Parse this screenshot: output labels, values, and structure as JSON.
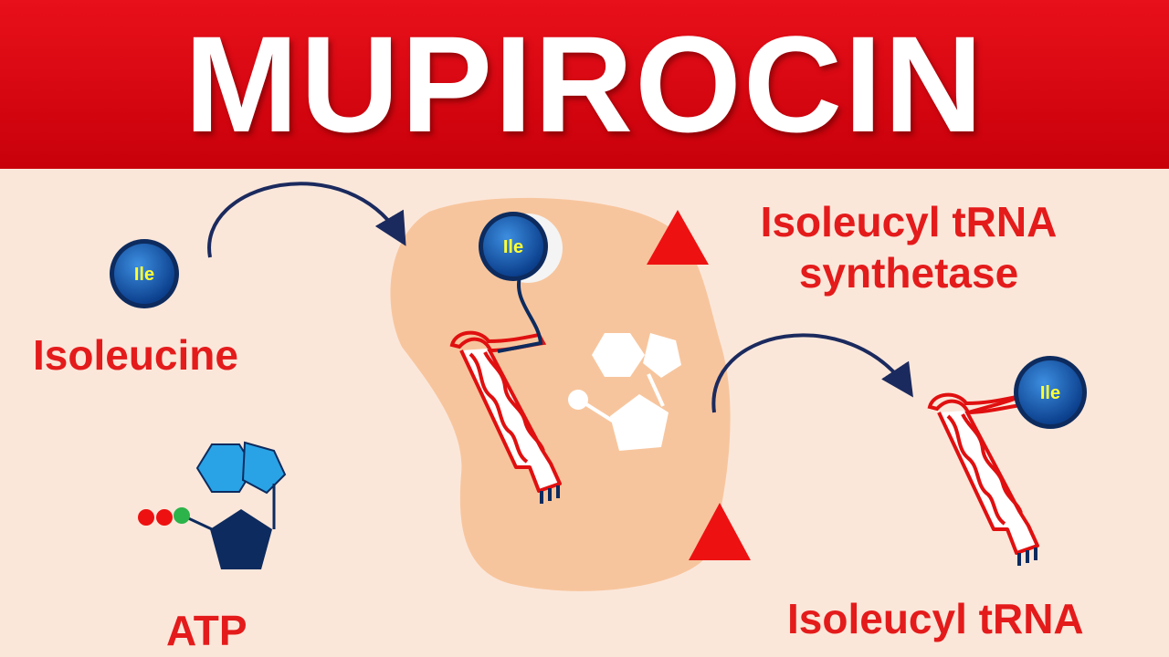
{
  "title": "MUPIROCIN",
  "labels": {
    "isoleucine": "Isoleucine",
    "atp": "ATP",
    "enzyme": "Isoleucyl tRNA synthetase",
    "product": "Isoleucyl tRNA"
  },
  "amino_acid_abbr": "Ile",
  "icons": [
    "ile-molecule-icon",
    "atp-molecule-icon",
    "enzyme-shape",
    "trna-icon",
    "arrow-icon",
    "triangle-marker-icon"
  ],
  "colors": {
    "banner": "#d4000c",
    "background": "#fbe7da",
    "enzyme": "#f7c59d",
    "label_text": "#e41b1b",
    "ile_circle": "#1a5fb4",
    "ile_text": "#ffff33",
    "trna": "#e01010",
    "arrow": "#1b2a5e",
    "triangle": "#ee1111",
    "atp_pentagon": "#0d2b5e",
    "atp_rings": "#29a3e6"
  }
}
